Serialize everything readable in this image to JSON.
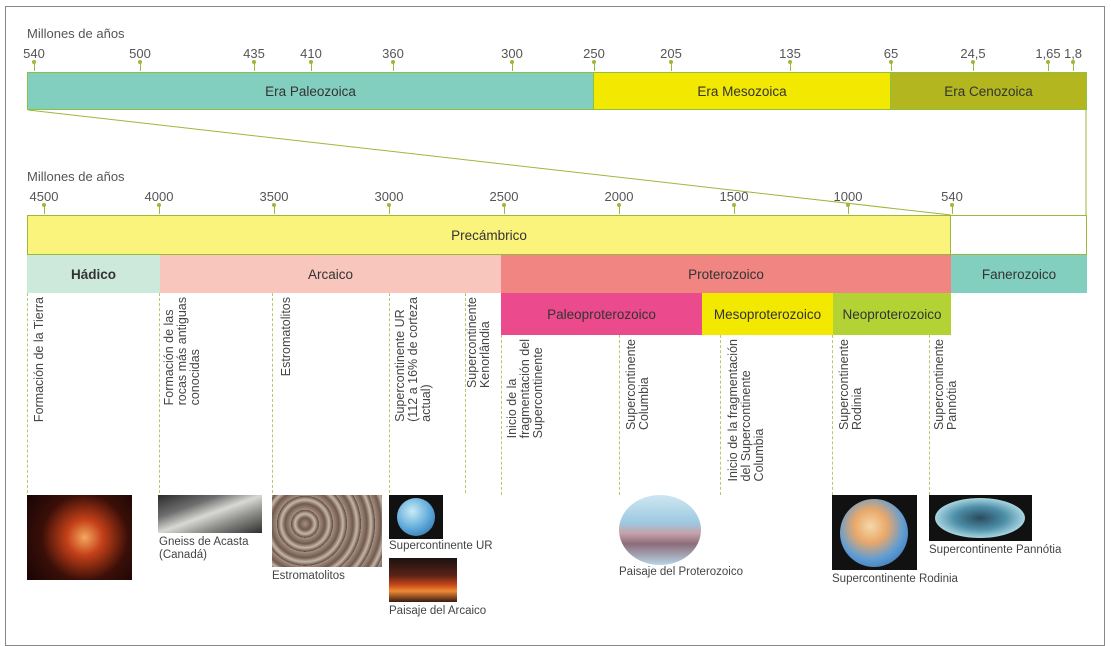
{
  "top_axis": {
    "title": "Millones de años",
    "ticks": [
      "540",
      "500",
      "435",
      "410",
      "360",
      "300",
      "250",
      "205",
      "135",
      "65",
      "24,5",
      "1,65",
      "1,8"
    ],
    "eras": [
      {
        "label": "Era Paleozoica",
        "color": "#82cfc0"
      },
      {
        "label": "Era Mesozoica",
        "color": "#f2e800"
      },
      {
        "label": "Era Cenozoica",
        "color": "#b3b61e"
      }
    ]
  },
  "bottom_axis": {
    "title": "Millones de años",
    "ticks": [
      "4500",
      "4000",
      "3500",
      "3000",
      "2500",
      "2000",
      "1500",
      "1000",
      "540"
    ],
    "supereon": {
      "label": "Precámbrico",
      "color": "#faf37c"
    },
    "eons": [
      {
        "label": "Hádico",
        "color": "#cde9dc"
      },
      {
        "label": "Arcaico",
        "color": "#f9c6bd"
      },
      {
        "label": "Proterozoico",
        "color": "#f08582"
      },
      {
        "label": "Fanerozoico",
        "color": "#82cfc0"
      }
    ],
    "eras": [
      {
        "label": "Paleoproterozoico",
        "color": "#eb4a8d"
      },
      {
        "label": "Mesoproterozoico",
        "color": "#f2e800"
      },
      {
        "label": "Neoproterozoico",
        "color": "#b3d334"
      }
    ]
  },
  "events": [
    "Formación de la Tierra",
    "Formación de las\nrocas más antiguas\nconocidas",
    "Estromatolitos",
    "Supercontinente UR\n(112 a 16% de corteza\nactual)",
    "Supercontinente\nKenorlândia",
    "Inicio de la\nfragmentación del\nSupercontinente",
    "Supercontinente\nColumbia",
    "Inicio de la fragmentación\ndel Supercontinente\nColumbia",
    "Supercontinente\nRodinia",
    "Supercontinente\nPannótia"
  ],
  "captions": {
    "acasta": "Gneiss de Acasta\n(Canadá)",
    "estromatolitos": "Estromatolitos",
    "ur": "Supercontinente UR",
    "arcaico": "Paisaje del Arcaico",
    "proterozoico": "Paisaje del Proterozoico",
    "rodinia": "Supercontinente Rodinia",
    "pannotia": "Supercontinente Pannótia"
  }
}
